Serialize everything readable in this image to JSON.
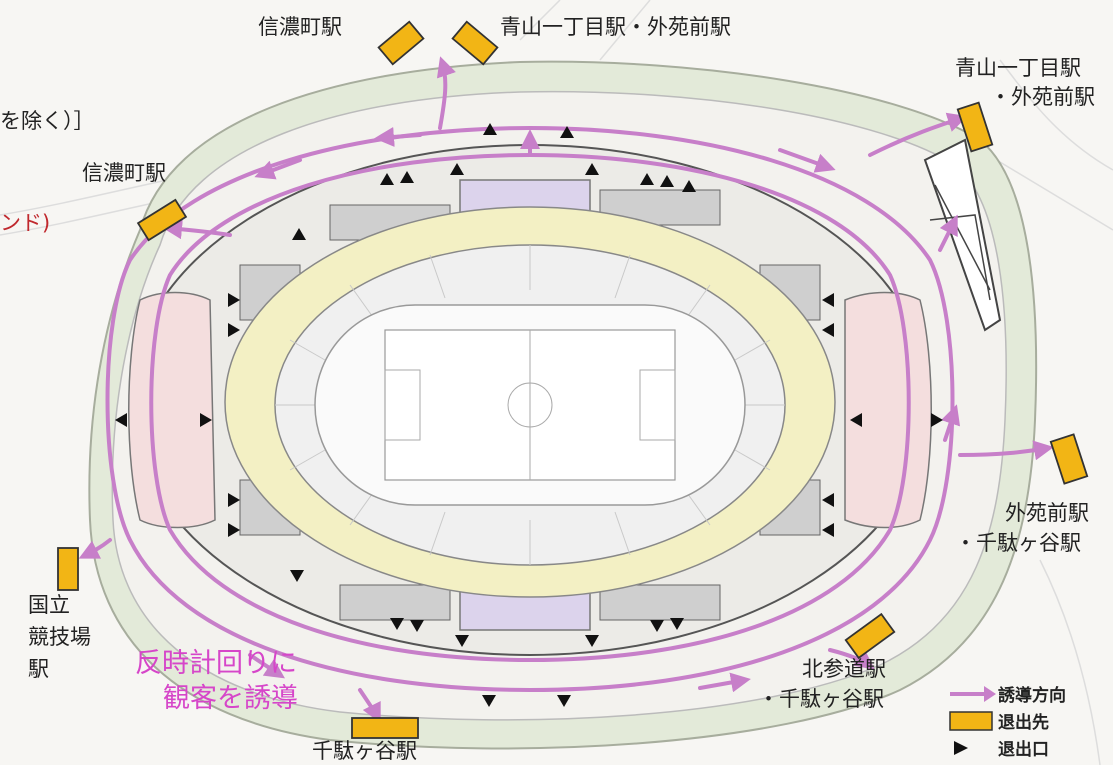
{
  "map": {
    "labels": {
      "top_shinanomachi": "信濃町駅",
      "top_aoyama_gaien": "青山一丁目駅・外苑前駅",
      "right_aoyama_line1": "青山一丁目駅",
      "right_aoyama_line2": "・外苑前駅",
      "left_excerpt": "を除く）］",
      "left_shinanomachi": "信濃町駅",
      "left_red_excerpt": "ンド)",
      "right_gaienmae_line1": "外苑前駅",
      "right_gaienmae_line2": "・千駄ヶ谷駅",
      "kokuritsu_line1": "国立",
      "kokuritsu_line2": "競技場",
      "kokuritsu_line3": "駅",
      "counterclockwise_line1": "反時計回りに",
      "counterclockwise_line2": "観客を誘導",
      "kitasando_line1": "北参道駅",
      "kitasando_line2": "・千駄ヶ谷駅",
      "sendagaya": "千駄ヶ谷駅"
    },
    "legend": {
      "direction": "誘導方向",
      "exit_destination": "退出先",
      "exit_gate": "退出口"
    },
    "colors": {
      "route": "#c77fc9",
      "exit_destination": "#f2b515",
      "exit_gate": "#111111",
      "concourse": "#f3f0c4",
      "green_area": "#dfe8d6",
      "label_pink": "#d646c9",
      "label_red": "#c0282d"
    }
  }
}
